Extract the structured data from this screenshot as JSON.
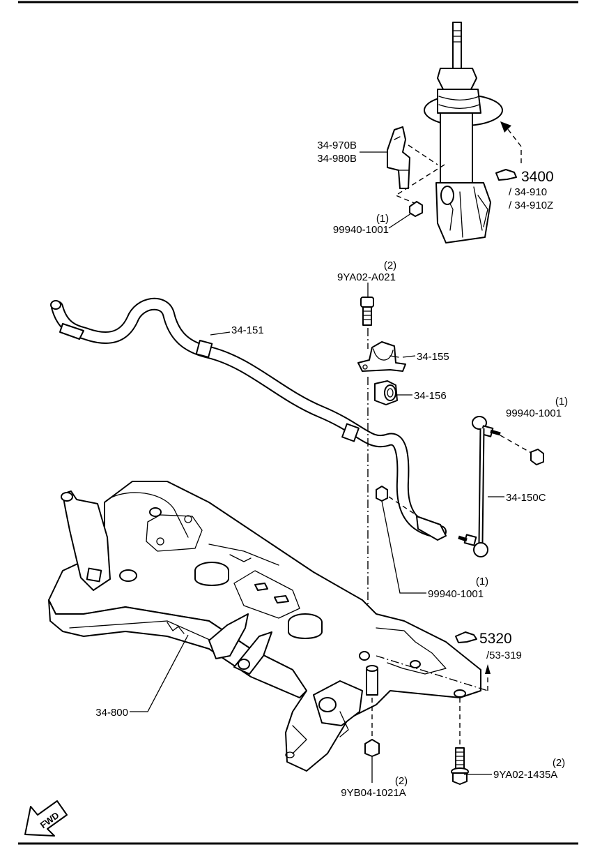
{
  "parts": {
    "strut_bracket_a": "34-970B",
    "strut_bracket_b": "34-980B",
    "strut_ref": "3400",
    "strut_sub_a": "/ 34-910",
    "strut_sub_b": "/ 34-910Z",
    "nut_top_qty": "(1)",
    "nut_top": "99940-1001",
    "bolt_top_qty": "(2)",
    "bolt_top": "9YA02-A021",
    "stab_bar": "34-151",
    "bush_bracket": "34-155",
    "bushing": "34-156",
    "link_nut_qty": "(1)",
    "link_nut": "99940-1001",
    "stab_link": "34-150C",
    "bar_nut_qty": "(1)",
    "bar_nut": "99940-1001",
    "ref_section": "5320",
    "ref_sub": "/53-319",
    "crossmember": "34-800",
    "bottom_nut_qty": "(2)",
    "bottom_nut": "9YB04-1021A",
    "bottom_bolt_qty": "(2)",
    "bottom_bolt": "9YA02-1435A"
  },
  "fwd_label": "FWD"
}
